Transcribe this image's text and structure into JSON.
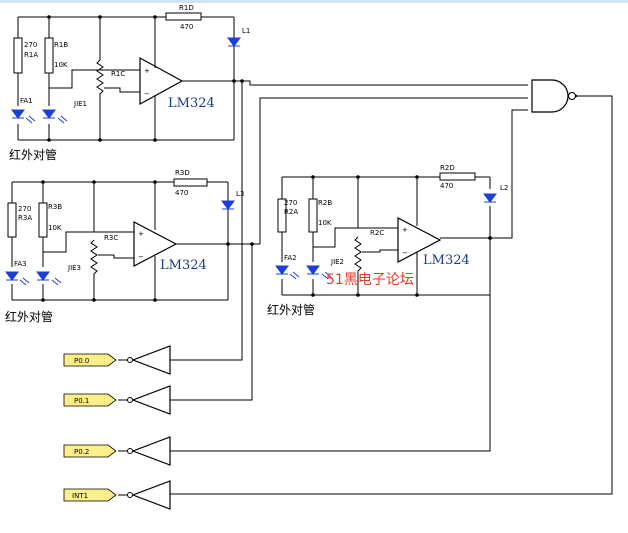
{
  "circuit": {
    "block1": {
      "r1a": {
        "name": "R1A",
        "value": "270"
      },
      "r1b": {
        "name": "R1B",
        "value": "10K"
      },
      "r1c": "R1C",
      "r1d": {
        "name": "R1D",
        "value": "470"
      },
      "led": "L1",
      "emitter": "FA1",
      "receiver": "JIE1",
      "opamp": "LM324",
      "caption": "红外对管"
    },
    "block3": {
      "r3a": {
        "name": "R3A",
        "value": "270"
      },
      "r3b": {
        "name": "R3B",
        "value": "10K"
      },
      "r3c": "R3C",
      "r3d": {
        "name": "R3D",
        "value": "470"
      },
      "led": "L3",
      "emitter": "FA3",
      "receiver": "JIE3",
      "opamp": "LM324",
      "caption": "红外对管"
    },
    "block2": {
      "r2a": {
        "name": "R2A",
        "value": "270"
      },
      "r2b": {
        "name": "R2B",
        "value": "10K"
      },
      "r2c": "R2C",
      "r2d": {
        "name": "R2D",
        "value": "470"
      },
      "led": "L2",
      "emitter": "FA2",
      "receiver": "JIE2",
      "opamp": "LM324",
      "caption": "红外对管"
    },
    "opamp_plus": "+",
    "opamp_minus": "−",
    "watermark": "51黑电子论坛",
    "ports": {
      "p00": "P0.0",
      "p01": "P0.1",
      "p02": "P0.2",
      "int1": "INT1"
    },
    "colors": {
      "led": "#1e3fd6",
      "port_fill": "#ffef8a",
      "watermark": "#e23b2a",
      "opamp_label": "#1a3a8a"
    }
  }
}
